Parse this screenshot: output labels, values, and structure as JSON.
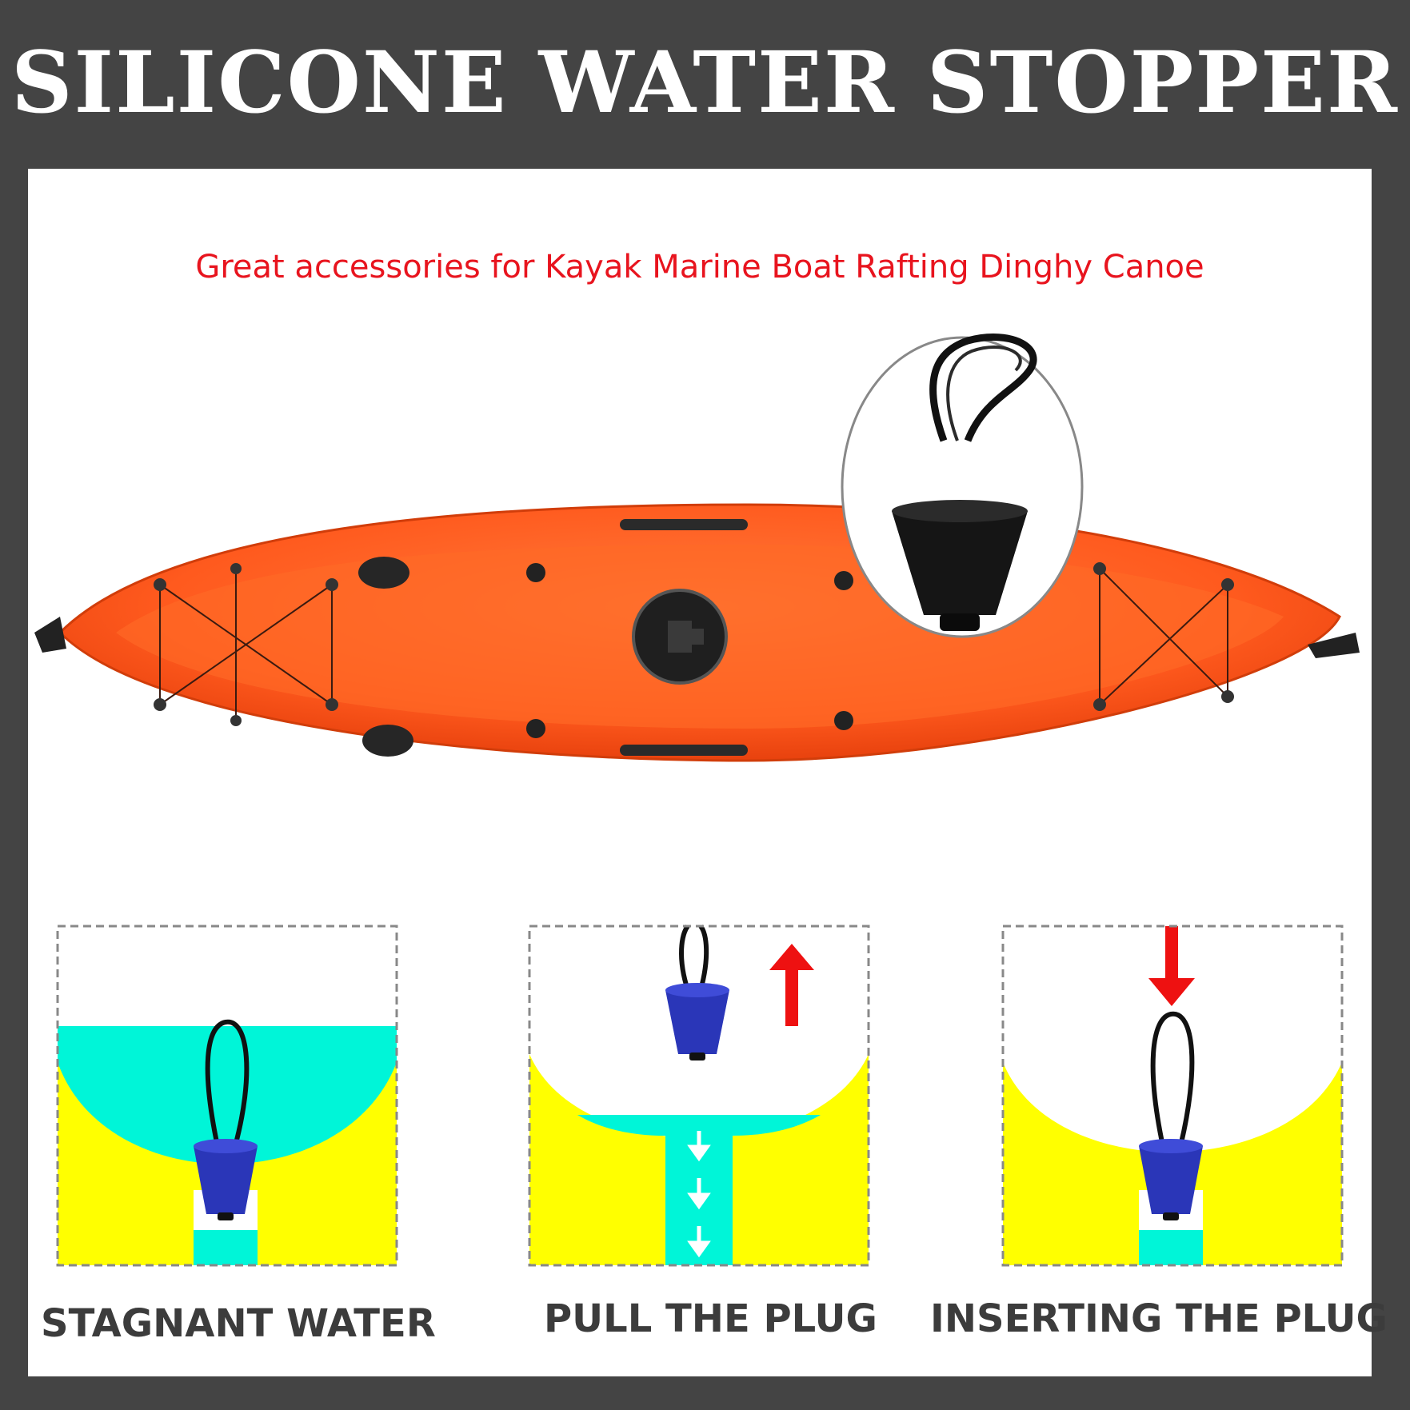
{
  "title": "SILICONE WATER STOPPER",
  "subtitle": "Great accessories for Kayak Marine Boat Rafting Dinghy Canoe",
  "steps": [
    {
      "label": "STAGNANT WATER"
    },
    {
      "label": "PULL THE PLUG"
    },
    {
      "label": "INSERTING THE PLUG"
    }
  ],
  "colors": {
    "background": "#444444",
    "kayak": "#ff5a1e",
    "water": "#00f5d8",
    "hull": "#ffff00",
    "plug_blue": "#2a36b8",
    "arrow_red": "#ee1111",
    "subtitle_red": "#e8141e"
  }
}
